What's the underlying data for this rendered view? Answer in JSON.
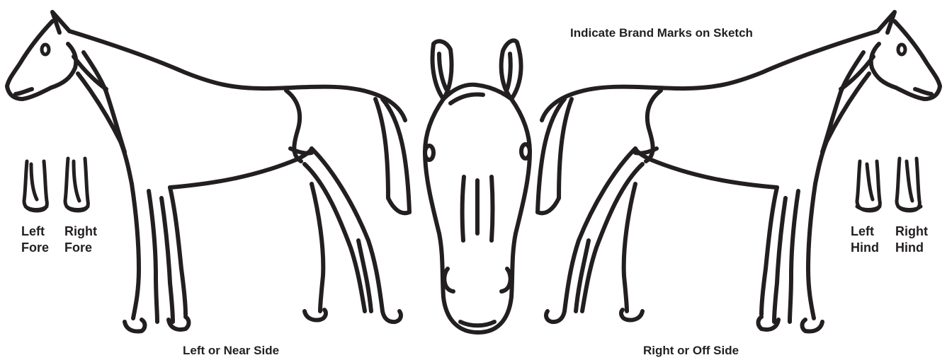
{
  "title": "Indicate Brand Marks on Sketch",
  "views": {
    "left_side": {
      "label": "Left or Near Side"
    },
    "right_side": {
      "label": "Right or Off Side"
    }
  },
  "hooves": {
    "left_fore": {
      "line1": "Left",
      "line2": "Fore"
    },
    "right_fore": {
      "line1": "Right",
      "line2": "Fore"
    },
    "left_hind": {
      "line1": "Left",
      "line2": "Hind"
    },
    "right_hind": {
      "line1": "Right",
      "line2": "Hind"
    }
  },
  "colors": {
    "ink": "#231f20",
    "background": "#ffffff"
  }
}
